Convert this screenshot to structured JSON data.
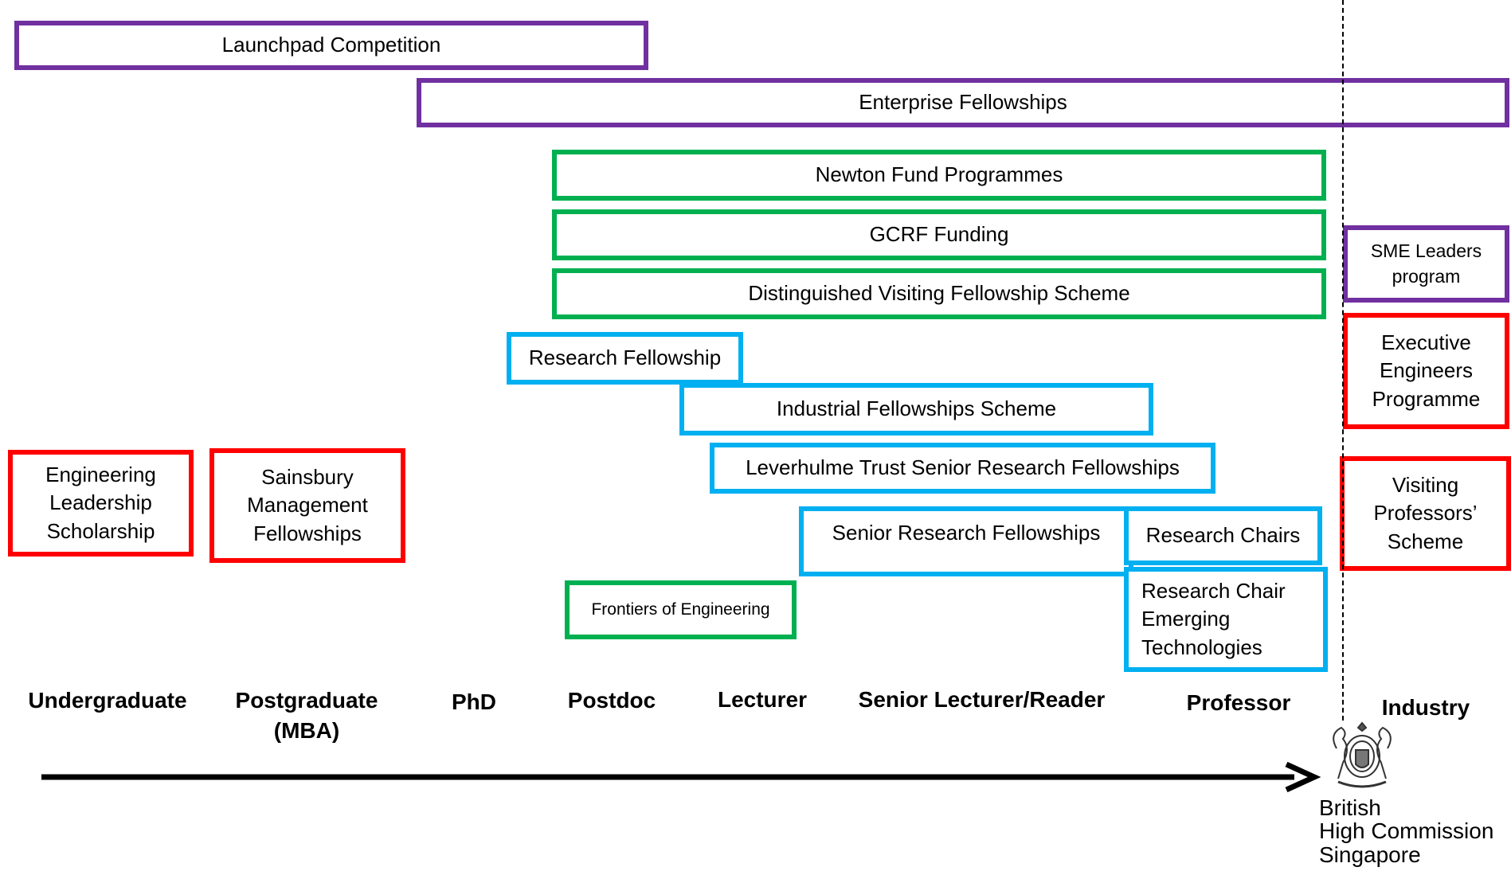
{
  "colors": {
    "purple": "#7030a0",
    "green": "#00b050",
    "blue": "#00b0f0",
    "red": "#ff0000"
  },
  "programmes": {
    "launchpad": "Launchpad Competition",
    "enterprise": "Enterprise Fellowships",
    "newton": "Newton Fund Programmes",
    "gcrf": "GCRF Funding",
    "distinguished": "Distinguished Visiting Fellowship Scheme",
    "research_fellowship": "Research Fellowship",
    "industrial": "Industrial Fellowships Scheme",
    "leverhulme": "Leverhulme Trust Senior Research Fellowships",
    "senior_research": "Senior Research Fellowships",
    "research_chairs": "Research Chairs",
    "research_chair_emerging": "Research Chair\nEmerging\nTechnologies",
    "frontiers": "Frontiers of Engineering",
    "engineering_leadership": "Engineering\nLeadership\nScholarship",
    "sainsbury": "Sainsbury\nManagement\nFellowships",
    "sme_leaders": "SME Leaders\nprogram",
    "executive_engineers": "Executive\nEngineers\nProgramme",
    "visiting_professors": "Visiting\nProfessors’\nScheme"
  },
  "stages": {
    "undergraduate": "Undergraduate",
    "postgraduate": "Postgraduate\n(MBA)",
    "phd": "PhD",
    "postdoc": "Postdoc",
    "lecturer": "Lecturer",
    "senior_lecturer": "Senior Lecturer/Reader",
    "professor": "Professor",
    "industry": "Industry"
  },
  "org": {
    "line1": "British",
    "line2": "High Commission",
    "line3": "Singapore"
  }
}
